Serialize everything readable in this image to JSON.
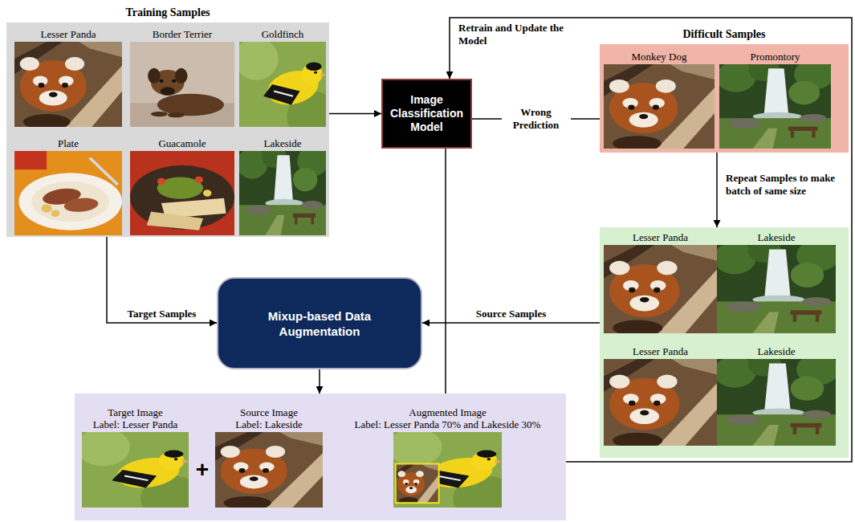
{
  "diagram": {
    "nodes": [
      {
        "text": [
          "Training Samples"
        ]
      },
      {
        "text": [
          "Lesser Panda"
        ],
        "in": 0
      },
      {
        "text": [
          "Border Terrier"
        ],
        "in": 0
      },
      {
        "text": [
          "Goldfinch"
        ],
        "in": 0
      },
      {
        "text": [
          "Plate"
        ],
        "in": 0
      },
      {
        "text": [
          "Guacamole"
        ],
        "in": 0
      },
      {
        "text": [
          "Lakeside"
        ],
        "in": 0
      },
      {
        "text": [
          "Image Classification Model"
        ]
      },
      {
        "text": [
          "Difficult Samples"
        ]
      },
      {
        "text": [
          "Monkey Dog"
        ],
        "in": 8
      },
      {
        "text": [
          "Promontory"
        ],
        "in": 8
      },
      {
        "text": []
      },
      {
        "text": [
          "Lesser Panda"
        ],
        "in": 11
      },
      {
        "text": [
          "Lakeside"
        ],
        "in": 11
      },
      {
        "text": [
          "Lesser Panda"
        ],
        "in": 11
      },
      {
        "text": [
          "Lakeside"
        ],
        "in": 11
      },
      {
        "text": [
          "Mixup-based Data Augmentation"
        ]
      },
      {
        "text": []
      },
      {
        "text": [
          "Target Image",
          "Label: Lesser Panda"
        ],
        "in": 17
      },
      {
        "text": [
          "Source Image",
          "Label: Lakeside"
        ],
        "in": 17
      },
      {
        "text": [
          "Augmented Image",
          "Label: Lesser Panda 70% and Lakeside 30%"
        ],
        "in": 17
      }
    ],
    "edges": [
      {
        "from": 0,
        "to": 7,
        "arrow": "to"
      },
      {
        "from": 7,
        "to": 8,
        "label": "Wrong Prediction",
        "arrow": "none"
      },
      {
        "from": 8,
        "to": 11,
        "label": "Repeat Samples to make batch of same size",
        "arrow": "to"
      },
      {
        "from": 11,
        "to": 16,
        "label": "Source Samples",
        "arrow": "to"
      },
      {
        "from": 0,
        "to": 16,
        "label": "Target Samples",
        "arrow": "to"
      },
      {
        "from": 16,
        "to": 17,
        "arrow": "to"
      },
      {
        "from": 19,
        "to": 20,
        "arrow": "to"
      },
      {
        "from": 17,
        "to": 7,
        "label": "Retrain and Update the Model",
        "arrow": "to"
      }
    ],
    "labels": [
      "+"
    ]
  }
}
